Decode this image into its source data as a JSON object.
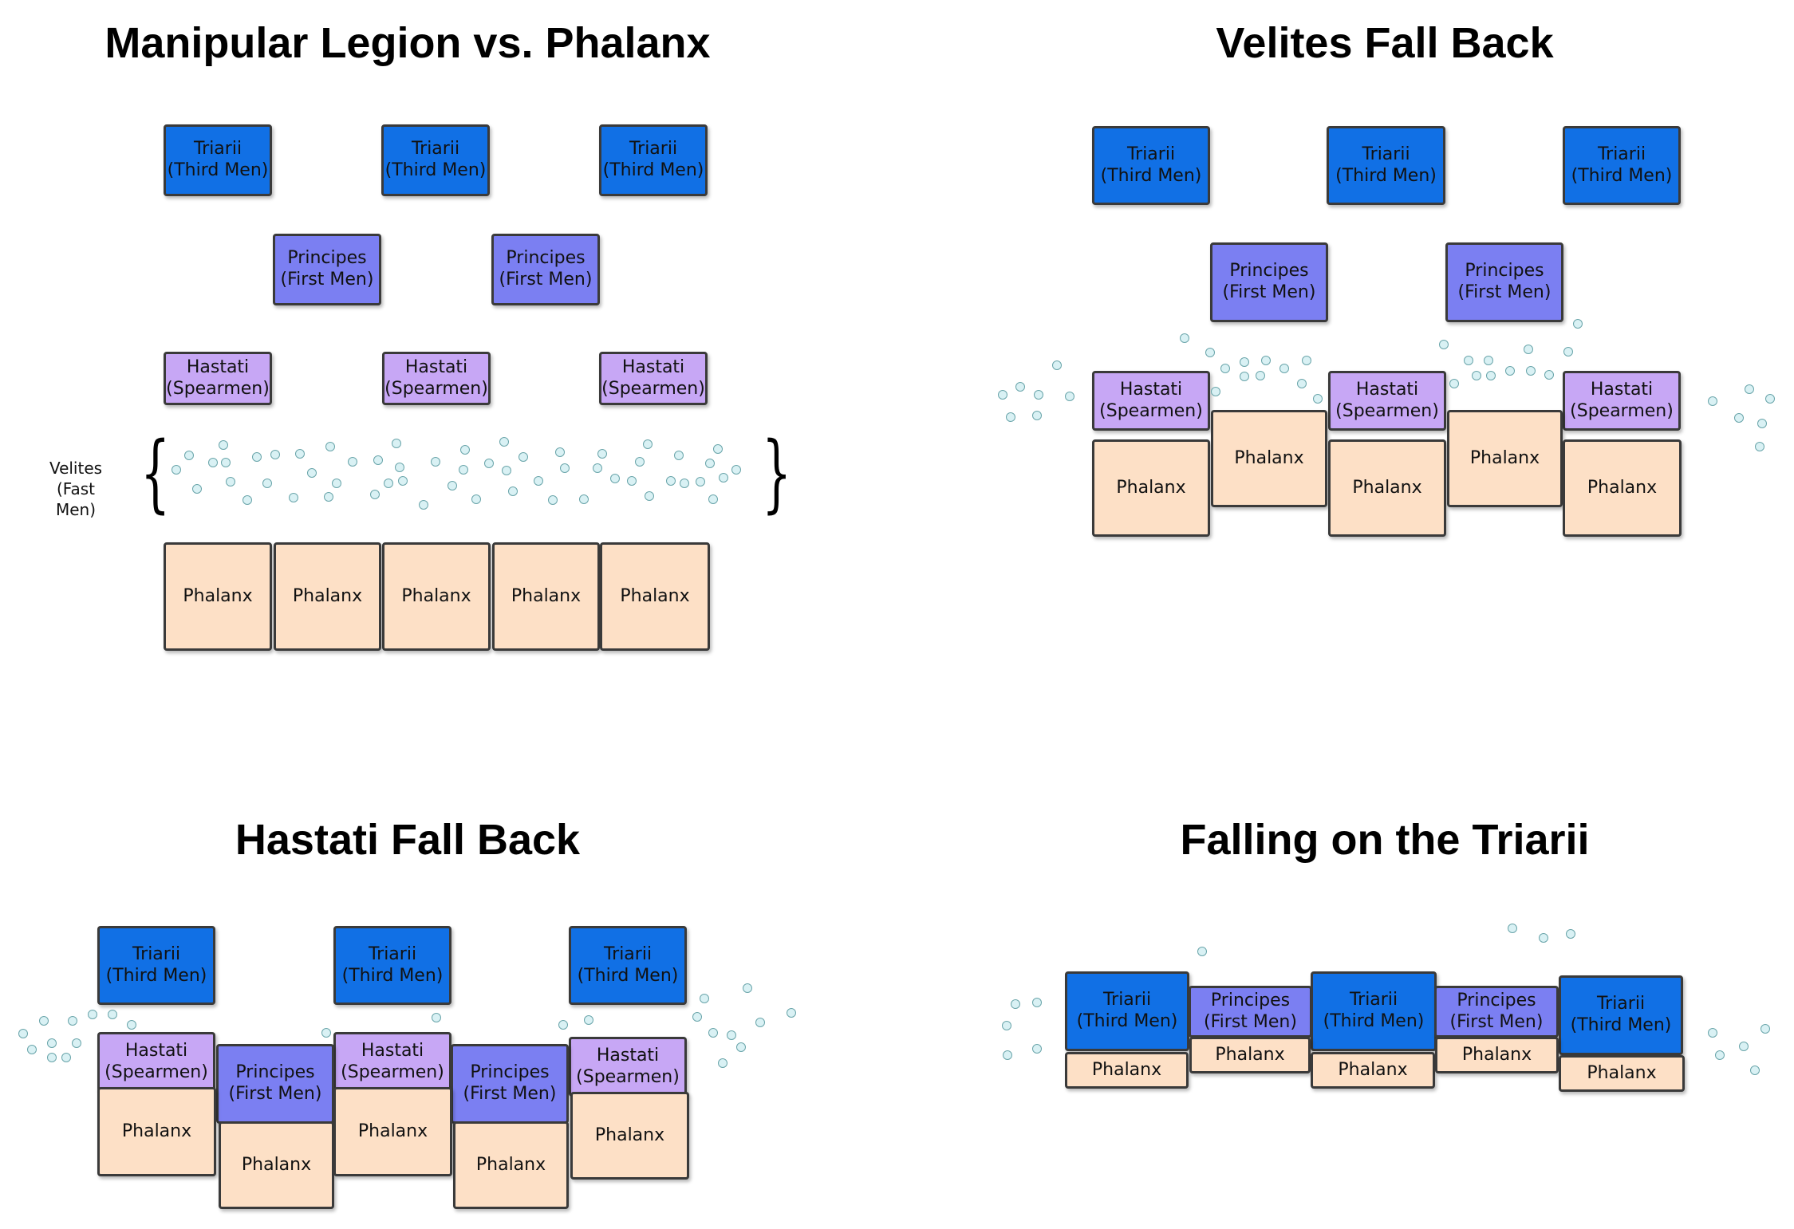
{
  "panels": [
    {
      "id": "p1",
      "title": "Manipular Legion vs. Phalanx",
      "units": [
        {
          "type": "triarii",
          "lines": [
            "Triarii",
            "(Third Men)"
          ]
        },
        {
          "type": "triarii",
          "lines": [
            "Triarii",
            "(Third Men)"
          ]
        },
        {
          "type": "triarii",
          "lines": [
            "Triarii",
            "(Third Men)"
          ]
        },
        {
          "type": "principes",
          "lines": [
            "Principes",
            "(First Men)"
          ]
        },
        {
          "type": "principes",
          "lines": [
            "Principes",
            "(First Men)"
          ]
        },
        {
          "type": "hastati",
          "lines": [
            "Hastati",
            "(Spearmen)"
          ]
        },
        {
          "type": "hastati",
          "lines": [
            "Hastati",
            "(Spearmen)"
          ]
        },
        {
          "type": "hastati",
          "lines": [
            "Hastati",
            "(Spearmen)"
          ]
        },
        {
          "type": "phalanx",
          "lines": [
            "Phalanx"
          ]
        },
        {
          "type": "phalanx",
          "lines": [
            "Phalanx"
          ]
        },
        {
          "type": "phalanx",
          "lines": [
            "Phalanx"
          ]
        },
        {
          "type": "phalanx",
          "lines": [
            "Phalanx"
          ]
        },
        {
          "type": "phalanx",
          "lines": [
            "Phalanx"
          ]
        }
      ],
      "velites_label": [
        "Velites",
        "(Fast Men)"
      ]
    },
    {
      "id": "p2",
      "title": "Velites Fall Back",
      "units": [
        {
          "type": "triarii",
          "lines": [
            "Triarii",
            "(Third Men)"
          ]
        },
        {
          "type": "triarii",
          "lines": [
            "Triarii",
            "(Third Men)"
          ]
        },
        {
          "type": "triarii",
          "lines": [
            "Triarii",
            "(Third Men)"
          ]
        },
        {
          "type": "principes",
          "lines": [
            "Principes",
            "(First Men)"
          ]
        },
        {
          "type": "principes",
          "lines": [
            "Principes",
            "(First Men)"
          ]
        },
        {
          "type": "hastati",
          "lines": [
            "Hastati",
            "(Spearmen)"
          ]
        },
        {
          "type": "hastati",
          "lines": [
            "Hastati",
            "(Spearmen)"
          ]
        },
        {
          "type": "hastati",
          "lines": [
            "Hastati",
            "(Spearmen)"
          ]
        },
        {
          "type": "phalanx",
          "lines": [
            "Phalanx"
          ]
        },
        {
          "type": "phalanx",
          "lines": [
            "Phalanx"
          ]
        },
        {
          "type": "phalanx",
          "lines": [
            "Phalanx"
          ]
        },
        {
          "type": "phalanx",
          "lines": [
            "Phalanx"
          ]
        },
        {
          "type": "phalanx",
          "lines": [
            "Phalanx"
          ]
        }
      ]
    },
    {
      "id": "p3",
      "title": "Hastati Fall Back",
      "units": [
        {
          "type": "triarii",
          "lines": [
            "Triarii",
            "(Third Men)"
          ]
        },
        {
          "type": "triarii",
          "lines": [
            "Triarii",
            "(Third Men)"
          ]
        },
        {
          "type": "triarii",
          "lines": [
            "Triarii",
            "(Third Men)"
          ]
        },
        {
          "type": "hastati",
          "lines": [
            "Hastati",
            "(Spearmen)"
          ]
        },
        {
          "type": "hastati",
          "lines": [
            "Hastati",
            "(Spearmen)"
          ]
        },
        {
          "type": "hastati",
          "lines": [
            "Hastati",
            "(Spearmen)"
          ]
        },
        {
          "type": "principes",
          "lines": [
            "Principes",
            "(First Men)"
          ]
        },
        {
          "type": "principes",
          "lines": [
            "Principes",
            "(First Men)"
          ]
        },
        {
          "type": "phalanx",
          "lines": [
            "Phalanx"
          ]
        },
        {
          "type": "phalanx",
          "lines": [
            "Phalanx"
          ]
        },
        {
          "type": "phalanx",
          "lines": [
            "Phalanx"
          ]
        },
        {
          "type": "phalanx",
          "lines": [
            "Phalanx"
          ]
        },
        {
          "type": "phalanx",
          "lines": [
            "Phalanx"
          ]
        }
      ]
    },
    {
      "id": "p4",
      "title": "Falling on the Triarii",
      "units": [
        {
          "type": "triarii",
          "lines": [
            "Triarii",
            "(Third Men)"
          ]
        },
        {
          "type": "principes",
          "lines": [
            "Principes",
            "(First Men)"
          ]
        },
        {
          "type": "triarii",
          "lines": [
            "Triarii",
            "(Third Men)"
          ]
        },
        {
          "type": "principes",
          "lines": [
            "Principes",
            "(First Men)"
          ]
        },
        {
          "type": "triarii",
          "lines": [
            "Triarii",
            "(Third Men)"
          ]
        },
        {
          "type": "phalanx",
          "lines": [
            "Phalanx"
          ]
        },
        {
          "type": "phalanx",
          "lines": [
            "Phalanx"
          ]
        },
        {
          "type": "phalanx",
          "lines": [
            "Phalanx"
          ]
        },
        {
          "type": "phalanx",
          "lines": [
            "Phalanx"
          ]
        },
        {
          "type": "phalanx",
          "lines": [
            "Phalanx"
          ]
        }
      ]
    }
  ],
  "colors": {
    "triarii": "#1170e5",
    "principes": "#7b7ff2",
    "hastati": "#c7a7f5",
    "phalanx": "#fde0c6",
    "velites_dot": "#d9f1f4"
  }
}
